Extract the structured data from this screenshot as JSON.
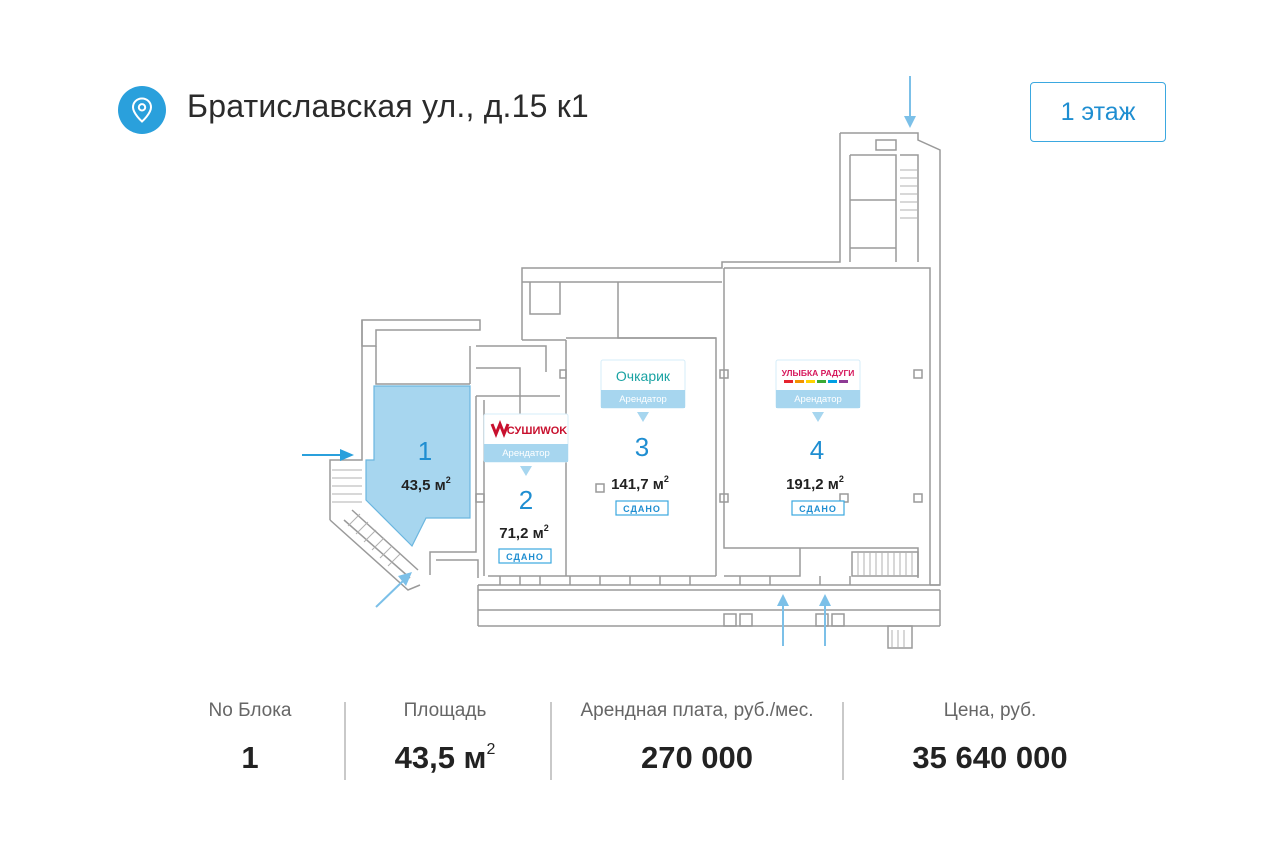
{
  "header": {
    "address": "Братиславская ул., д.15 к1",
    "floor_button": "1 этаж",
    "icon": "map-pin-icon"
  },
  "colors": {
    "accent": "#2aa0dc",
    "selected_block_fill": "#a7d6ef",
    "wall": "#9a9a9a",
    "arrow": "#7cc0e8"
  },
  "blocks": [
    {
      "number": "1",
      "area": "43,5 м",
      "area_sup": "2",
      "selected": true
    },
    {
      "number": "2",
      "area": "71,2 м",
      "area_sup": "2",
      "status": "СДАНО",
      "tenant_logo": "СУШИWOK",
      "tenant_label": "Арендатор"
    },
    {
      "number": "3",
      "area": "141,7 м",
      "area_sup": "2",
      "status": "СДАНО",
      "tenant_logo": "Очкарик",
      "tenant_label": "Арендатор"
    },
    {
      "number": "4",
      "area": "191,2 м",
      "area_sup": "2",
      "status": "СДАНО",
      "tenant_logo": "УЛЫБКА РАДУГИ",
      "tenant_label": "Арендатор"
    }
  ],
  "stats": [
    {
      "label": "No Блока",
      "value": "1",
      "sup": ""
    },
    {
      "label": "Площадь",
      "value": "43,5 м",
      "sup": "2"
    },
    {
      "label": "Арендная плата, руб./мес.",
      "value": "270 000",
      "sup": ""
    },
    {
      "label": "Цена, руб.",
      "value": "35 640 000",
      "sup": ""
    }
  ]
}
